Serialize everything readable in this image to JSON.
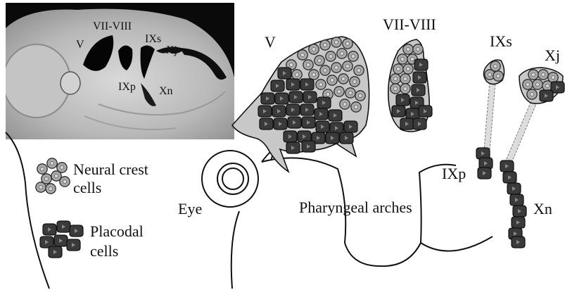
{
  "photo": {
    "labels": {
      "v": "V",
      "vii_viii": "VII-VIII",
      "ixs": "IXs",
      "xj": "Xj",
      "ixp": "IXp",
      "xn": "Xn"
    }
  },
  "diagram": {
    "ganglia": {
      "v": "V",
      "vii_viii": "VII-VIII",
      "ixs": "IXs",
      "xj": "Xj",
      "ixp": "IXp",
      "xn": "Xn"
    },
    "eye_label": "Eye",
    "arches_label": "Pharyngeal arches"
  },
  "legend": {
    "neural_crest": {
      "line1": "Neural crest",
      "line2": "cells"
    },
    "placodal": {
      "line1": "Placodal",
      "line2": "cells"
    }
  },
  "colors": {
    "neural_crest_fill": "#a8a8a8",
    "neural_crest_nucleus": "#d8d8d8",
    "placodal_fill": "#3a3a3a",
    "placodal_nucleus": "#8a8a8a",
    "ganglion_bg": "#c8c8c8",
    "stalk": "#dcdcdc"
  }
}
